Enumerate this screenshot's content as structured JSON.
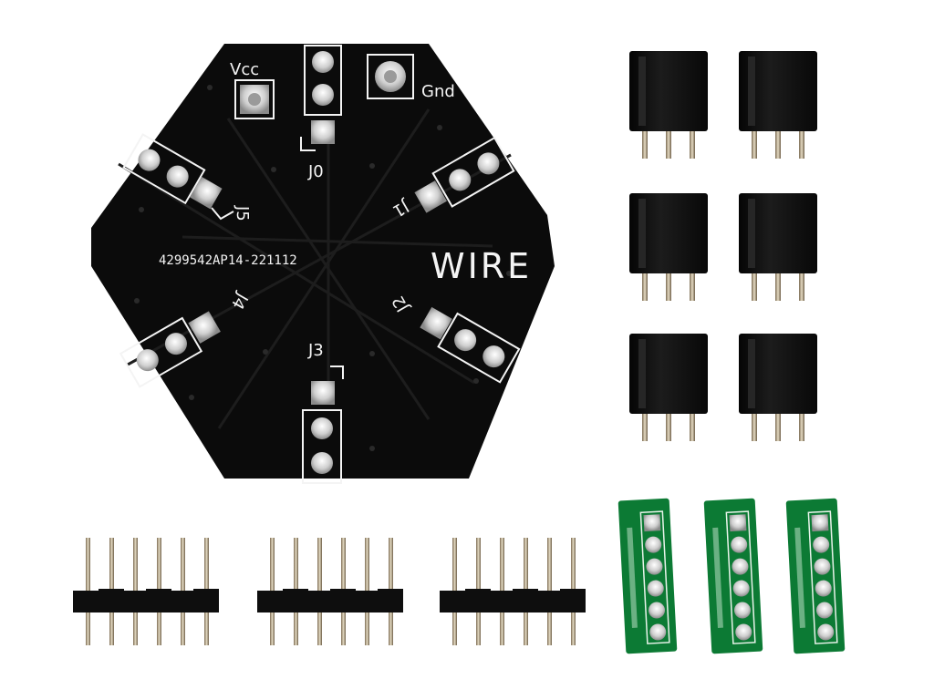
{
  "photo": {
    "background_color": "#ffffff",
    "hex_board": {
      "color": "#0b0b0b",
      "silkscreen_color": "#f4f4f4",
      "label_vcc": "Vcc",
      "label_gnd": "Gnd",
      "label_wire": "WIRE",
      "part_number": "4299542AP14-221112",
      "connectors": {
        "j0": "J0",
        "j1": "J1",
        "j2": "J2",
        "j3": "J3",
        "j4": "J4",
        "j5": "J5"
      }
    },
    "female_headers": {
      "count": 6,
      "pins_each": 3,
      "color": "#141414"
    },
    "male_headers": {
      "count": 3,
      "pins_each": 6,
      "color": "#121212"
    },
    "green_boards": {
      "count": 3,
      "color": "#0c7a34",
      "holes_each": 6
    }
  }
}
